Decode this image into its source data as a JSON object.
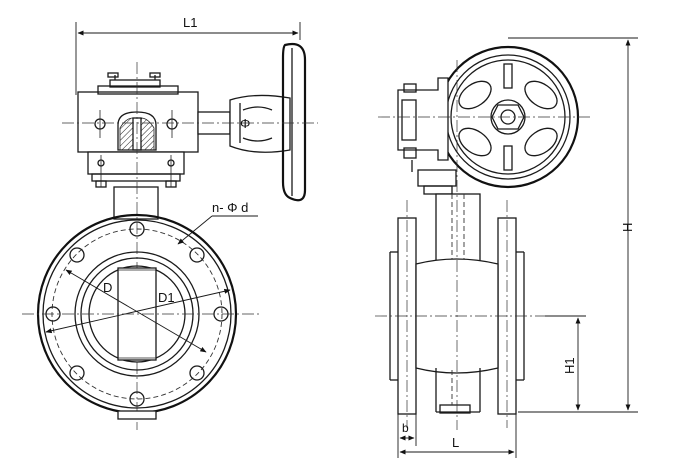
{
  "labels": {
    "L1": "L1",
    "phi": "Φ",
    "n_phi_d": "n- Φ d",
    "D": "D",
    "D1": "D1",
    "H": "H",
    "H1": "H1",
    "b": "b",
    "L": "L"
  }
}
